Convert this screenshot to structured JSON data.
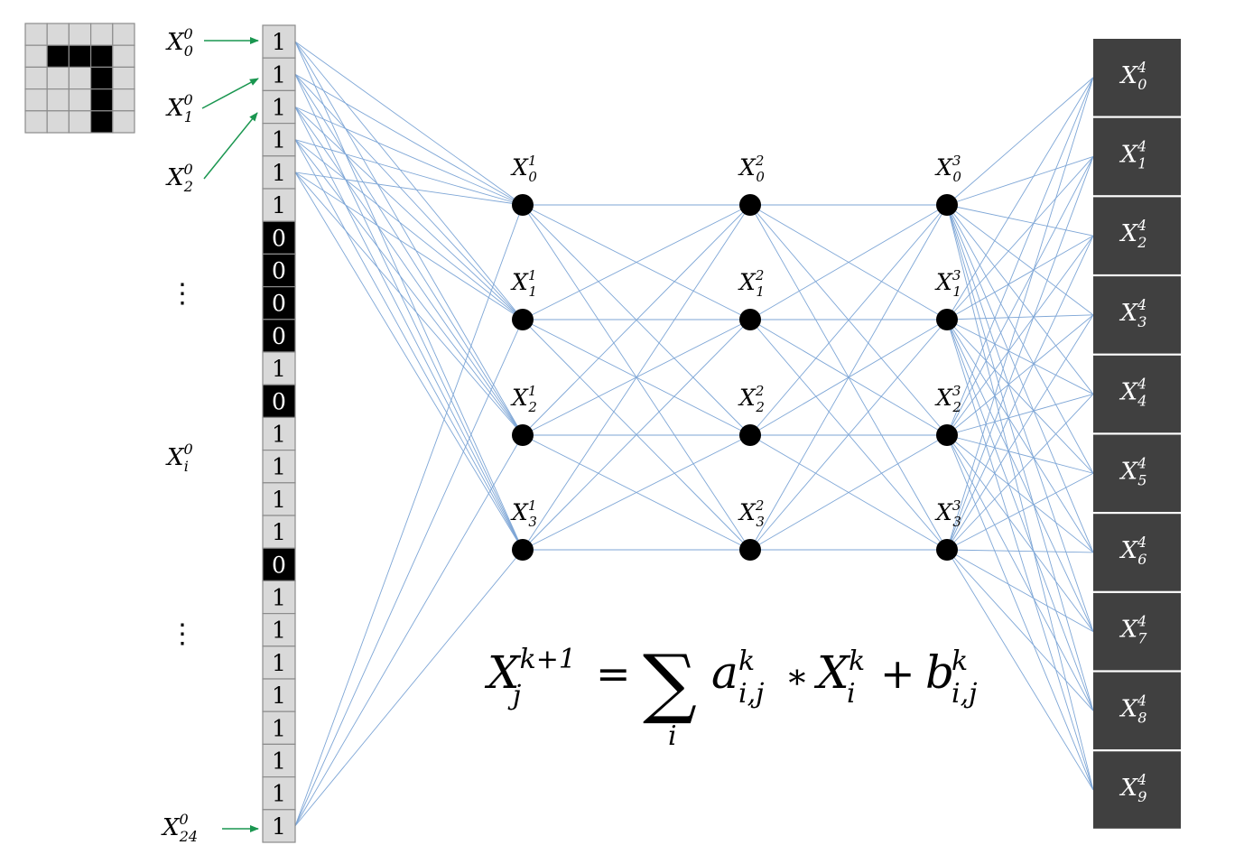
{
  "colors": {
    "edge": "#7ea6d6",
    "arrow": "#1a9650",
    "node": "#000000",
    "cell_light": "#d9d9d9",
    "cell_dark": "#000000",
    "output_box": "#404040",
    "grid_border": "#8c8c8c"
  },
  "pixel_grid": [
    [
      0,
      0,
      0,
      0,
      0
    ],
    [
      0,
      1,
      1,
      1,
      0
    ],
    [
      0,
      0,
      0,
      1,
      0
    ],
    [
      0,
      0,
      0,
      1,
      0
    ],
    [
      0,
      0,
      0,
      1,
      0
    ]
  ],
  "input_vector": [
    "1",
    "1",
    "1",
    "1",
    "1",
    "1",
    "0",
    "0",
    "0",
    "0",
    "1",
    "0",
    "1",
    "1",
    "1",
    "1",
    "0",
    "1",
    "1",
    "1",
    "1",
    "1",
    "1",
    "1",
    "1"
  ],
  "input_labels": {
    "x0": {
      "base": "X",
      "sup": "0",
      "sub": "0"
    },
    "x1": {
      "base": "X",
      "sup": "0",
      "sub": "1"
    },
    "x2": {
      "base": "X",
      "sup": "0",
      "sub": "2"
    },
    "xi": {
      "base": "X",
      "sup": "0",
      "sub": "i"
    },
    "x24": {
      "base": "X",
      "sup": "0",
      "sub": "24"
    },
    "ellipsis": "⋮"
  },
  "hidden_layers": [
    {
      "sup": "1",
      "nodes": [
        "0",
        "1",
        "2",
        "3"
      ]
    },
    {
      "sup": "2",
      "nodes": [
        "0",
        "1",
        "2",
        "3"
      ]
    },
    {
      "sup": "3",
      "nodes": [
        "0",
        "1",
        "2",
        "3"
      ]
    }
  ],
  "output_layer": {
    "sup": "4",
    "nodes": [
      "0",
      "1",
      "2",
      "3",
      "4",
      "5",
      "6",
      "7",
      "8",
      "9"
    ]
  },
  "formula": {
    "lhs_base": "X",
    "lhs_sub": "j",
    "lhs_sup": "k+1",
    "equals": "=",
    "sum": "∑",
    "sum_index": "i",
    "a": "a",
    "a_sub": "i,j",
    "a_sup": "k",
    "times": "∗",
    "x": "X",
    "x_sub": "i",
    "x_sup": "k",
    "plus": "+",
    "b": "b",
    "b_sub": "i,j",
    "b_sup": "k"
  }
}
